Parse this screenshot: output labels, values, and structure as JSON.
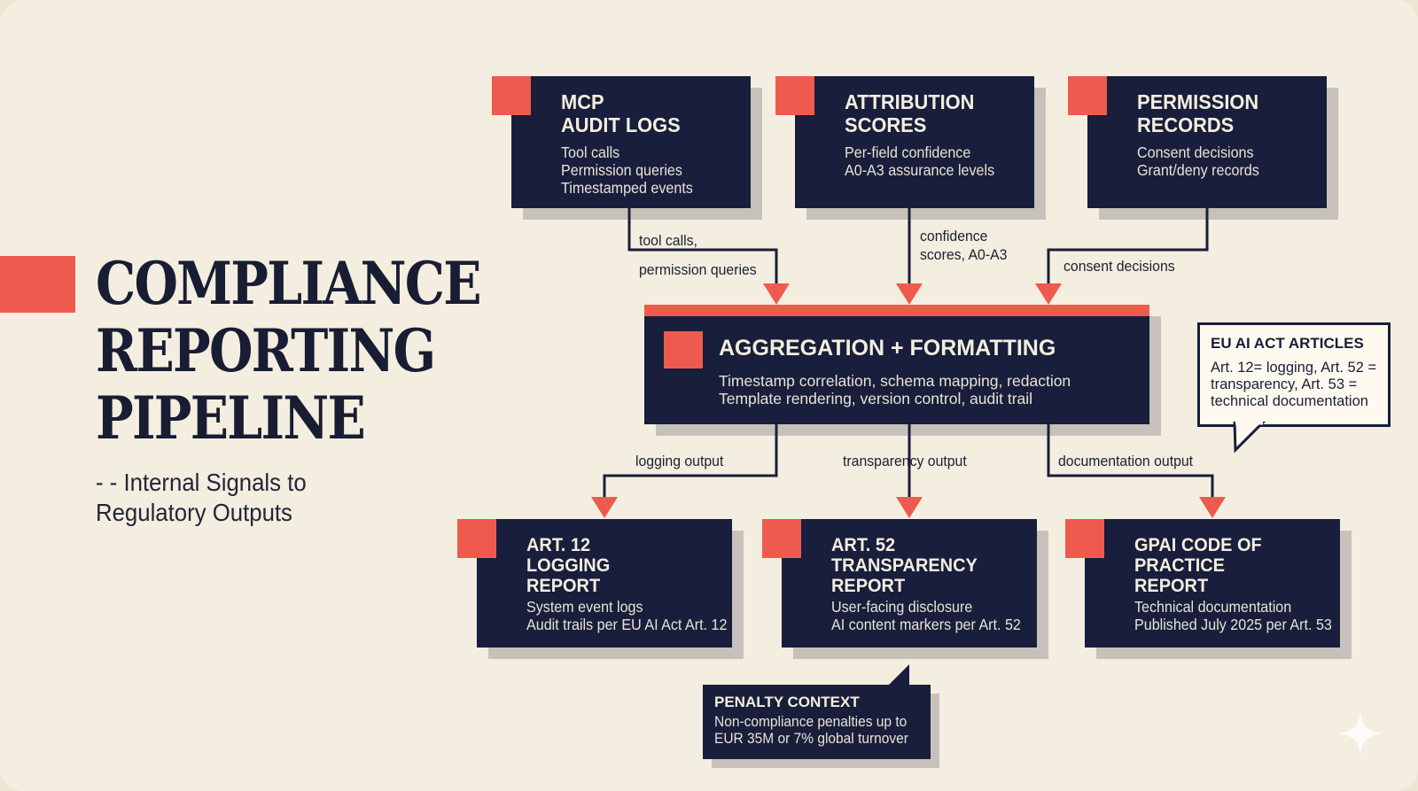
{
  "title": {
    "lines": [
      "COMPLIANCE",
      "REPORTING",
      "PIPELINE"
    ],
    "subtitle_lines": [
      "- - Internal Signals to",
      "Regulatory Outputs"
    ]
  },
  "inputs": [
    {
      "title_lines": [
        "MCP",
        "AUDIT LOGS"
      ],
      "desc_lines": [
        "Tool calls",
        "Permission queries",
        "Timestamped events"
      ]
    },
    {
      "title_lines": [
        "ATTRIBUTION",
        "SCORES"
      ],
      "desc_lines": [
        "Per-field confidence",
        "A0-A3 assurance levels"
      ]
    },
    {
      "title_lines": [
        "PERMISSION",
        "RECORDS"
      ],
      "desc_lines": [
        "Consent decisions",
        "Grant/deny records"
      ]
    }
  ],
  "input_flow_labels": [
    [
      "tool calls,",
      "permission queries"
    ],
    [
      "confidence",
      "scores, A0-A3"
    ],
    [
      "consent decisions"
    ]
  ],
  "aggregation": {
    "title": "AGGREGATION + FORMATTING",
    "desc_lines": [
      "Timestamp correlation, schema mapping, redaction",
      "Template rendering, version control, audit trail"
    ]
  },
  "output_flow_labels": [
    "logging output",
    "transparency output",
    "documentation output"
  ],
  "outputs": [
    {
      "title_lines": [
        "ART. 12",
        "LOGGING",
        "REPORT"
      ],
      "desc_lines": [
        "System event logs",
        "Audit trails per EU AI Act Art. 12"
      ]
    },
    {
      "title_lines": [
        "ART. 52",
        "TRANSPARENCY",
        "REPORT"
      ],
      "desc_lines": [
        "User-facing disclosure",
        "AI content markers per Art. 52"
      ]
    },
    {
      "title_lines": [
        "GPAI CODE OF",
        "PRACTICE",
        "REPORT"
      ],
      "desc_lines": [
        "Technical documentation",
        "Published July 2025 per Art. 53"
      ]
    }
  ],
  "eu_callout": {
    "title": "EU AI ACT ARTICLES",
    "desc_lines": [
      "Art. 12= logging, Art. 52 =",
      "transparency, Art. 53 =",
      "technical documentation"
    ]
  },
  "penalty": {
    "title": "PENALTY CONTEXT",
    "desc_lines": [
      "Non-compliance penalties up to",
      "EUR 35M or 7% global turnover"
    ]
  },
  "colors": {
    "navy": "#181e3b",
    "accent": "#ef5a4f",
    "background": "#f3eedf"
  },
  "icons": [
    "sparkle-icon"
  ]
}
